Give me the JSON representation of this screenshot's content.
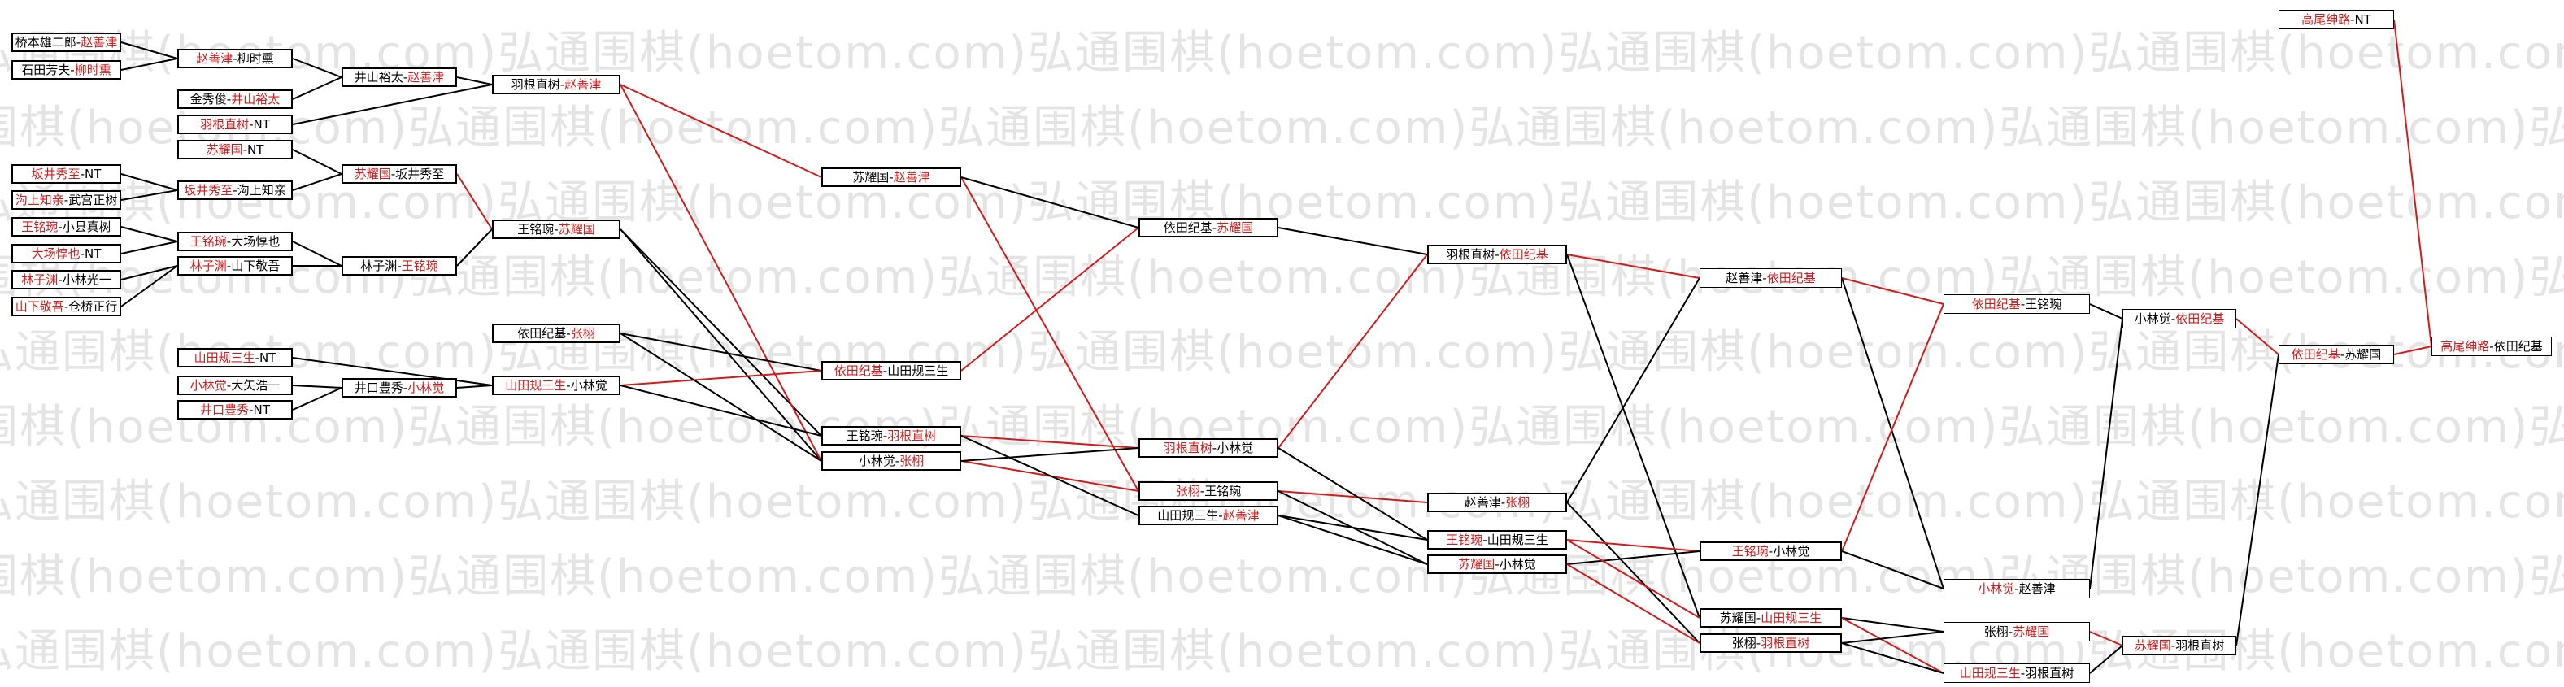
{
  "watermark_text": "弘通围棋(hoetom.com)",
  "nodes": {
    "n1": {
      "a": "桥本雄二郎",
      "b": "赵善津",
      "win": "b"
    },
    "n2": {
      "a": "石田芳夫",
      "b": "柳时熏",
      "win": "b"
    },
    "n3": {
      "a": "坂井秀至",
      "b": "NT",
      "win": "a"
    },
    "n4": {
      "a": "沟上知亲",
      "b": "武宫正树",
      "win": "a"
    },
    "n5": {
      "a": "王铭琬",
      "b": "小县真树",
      "win": "a"
    },
    "n6": {
      "a": "大场惇也",
      "b": "NT",
      "win": "a"
    },
    "n7": {
      "a": "林子渊",
      "b": "小林光一",
      "win": "a"
    },
    "n8": {
      "a": "山下敬吾",
      "b": "仓桥正行",
      "win": "a"
    },
    "n9": {
      "a": "赵善津",
      "b": "柳时熏",
      "win": "a"
    },
    "n10": {
      "a": "金秀俊",
      "b": "井山裕太",
      "win": "b"
    },
    "n11": {
      "a": "羽根直树",
      "b": "NT",
      "win": "a"
    },
    "n12": {
      "a": "苏耀国",
      "b": "NT",
      "win": "a"
    },
    "n13": {
      "a": "坂井秀至",
      "b": "沟上知亲",
      "win": "a"
    },
    "n14": {
      "a": "王铭琬",
      "b": "大场惇也",
      "win": "a"
    },
    "n15": {
      "a": "林子渊",
      "b": "山下敬吾",
      "win": "a"
    },
    "n16": {
      "a": "山田规三生",
      "b": "NT",
      "win": "a"
    },
    "n17": {
      "a": "小林觉",
      "b": "大矢浩一",
      "win": "a"
    },
    "n18": {
      "a": "井口豊秀",
      "b": "NT",
      "win": "a"
    },
    "n19": {
      "a": "井山裕太",
      "b": "赵善津",
      "win": "b"
    },
    "n20": {
      "a": "苏耀国",
      "b": "坂井秀至",
      "win": "a"
    },
    "n21": {
      "a": "林子渊",
      "b": "王铭琬",
      "win": "b"
    },
    "n22": {
      "a": "井口豊秀",
      "b": "小林觉",
      "win": "b"
    },
    "n23": {
      "a": "羽根直树",
      "b": "赵善津",
      "win": "b"
    },
    "n24": {
      "a": "王铭琬",
      "b": "苏耀国",
      "win": "b"
    },
    "n25": {
      "a": "依田纪基",
      "b": "张栩",
      "win": "b"
    },
    "n26": {
      "a": "山田规三生",
      "b": "小林觉",
      "win": "a"
    },
    "n27": {
      "a": "苏耀国",
      "b": "赵善津",
      "win": "b"
    },
    "n28": {
      "a": "依田纪基",
      "b": "山田规三生",
      "win": "a"
    },
    "n29": {
      "a": "王铭琬",
      "b": "羽根直树",
      "win": "b"
    },
    "n30": {
      "a": "小林觉",
      "b": "张栩",
      "win": "b"
    },
    "n31": {
      "a": "依田纪基",
      "b": "苏耀国",
      "win": "b"
    },
    "n32": {
      "a": "羽根直树",
      "b": "小林觉",
      "win": "a"
    },
    "n33": {
      "a": "张栩",
      "b": "王铭琬",
      "win": "a"
    },
    "n34": {
      "a": "山田规三生",
      "b": "赵善津",
      "win": "b"
    },
    "n35": {
      "a": "羽根直树",
      "b": "依田纪基",
      "win": "b"
    },
    "n36": {
      "a": "赵善津",
      "b": "张栩",
      "win": "b"
    },
    "n37": {
      "a": "王铭琬",
      "b": "山田规三生",
      "win": "a"
    },
    "n38": {
      "a": "苏耀国",
      "b": "小林觉",
      "win": "a"
    },
    "n39": {
      "a": "赵善津",
      "b": "依田纪基",
      "win": "b"
    },
    "n40": {
      "a": "王铭琬",
      "b": "小林觉",
      "win": "a"
    },
    "n41": {
      "a": "苏耀国",
      "b": "山田规三生",
      "win": "b"
    },
    "n42": {
      "a": "张栩",
      "b": "羽根直树",
      "win": "b"
    },
    "n43": {
      "a": "依田纪基",
      "b": "王铭琬",
      "win": "a"
    },
    "n44": {
      "a": "小林觉",
      "b": "赵善津",
      "win": "a"
    },
    "n45": {
      "a": "张栩",
      "b": "苏耀国",
      "win": "b"
    },
    "n46": {
      "a": "山田规三生",
      "b": "羽根直树",
      "win": "a"
    },
    "n47": {
      "a": "小林觉",
      "b": "依田纪基",
      "win": "b"
    },
    "n48": {
      "a": "苏耀国",
      "b": "羽根直树",
      "win": "a"
    },
    "n49": {
      "a": "依田纪基",
      "b": "苏耀国",
      "win": "a"
    },
    "n50": {
      "a": "高尾绅路",
      "b": "NT",
      "win": "a"
    },
    "n51": {
      "a": "高尾绅路",
      "b": "依田纪基",
      "win": "a"
    }
  },
  "colors": {
    "winner": "#d41a1a",
    "loser": "#000000",
    "win_path": "#d41a1a",
    "loss_path": "#000000",
    "watermark": "#e4e4e4"
  }
}
